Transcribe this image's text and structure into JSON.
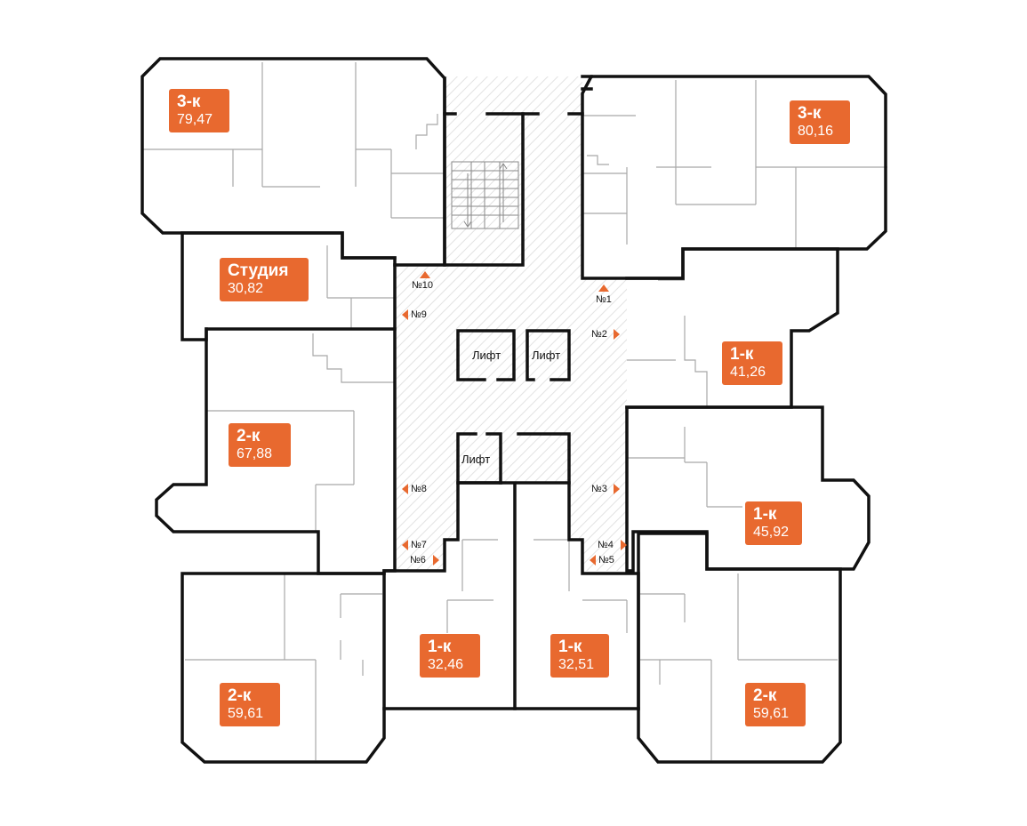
{
  "units": [
    {
      "type": "3-к",
      "area": "79,47"
    },
    {
      "type": "3-к",
      "area": "80,16"
    },
    {
      "type": "Студия",
      "area": "30,82"
    },
    {
      "type": "1-к",
      "area": "41,26"
    },
    {
      "type": "2-к",
      "area": "67,88"
    },
    {
      "type": "1-к",
      "area": "45,92"
    },
    {
      "type": "1-к",
      "area": "32,46"
    },
    {
      "type": "1-к",
      "area": "32,51"
    },
    {
      "type": "2-к",
      "area": "59,61"
    },
    {
      "type": "2-к",
      "area": "59,61"
    }
  ],
  "lifts": [
    "Лифт",
    "Лифт",
    "Лифт"
  ],
  "entrances": [
    "№1",
    "№2",
    "№3",
    "№4",
    "№5",
    "№6",
    "№7",
    "№8",
    "№9",
    "№10"
  ],
  "colors": {
    "accent": "#e8692f",
    "wall": "#111111",
    "partition": "#a8a8a8"
  }
}
